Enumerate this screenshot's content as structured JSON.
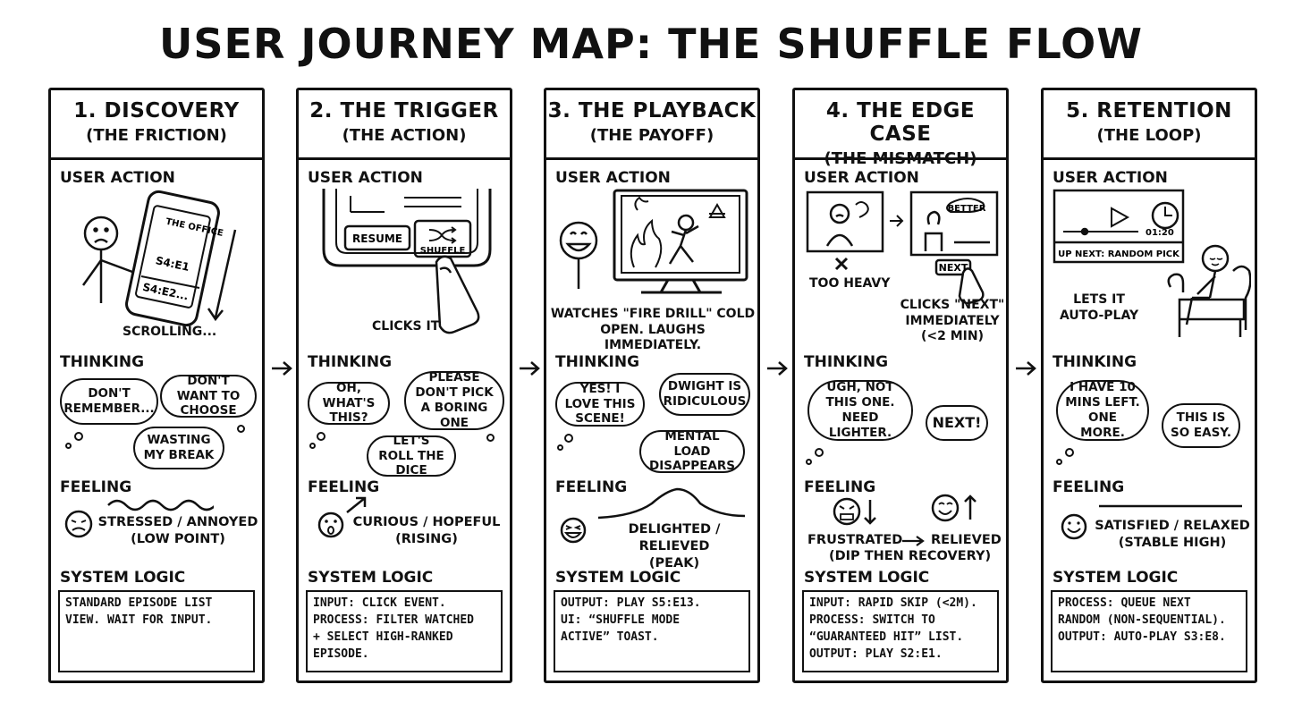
{
  "title": "USER JOURNEY MAP: THE SHUFFLE FLOW",
  "labels": {
    "user_action": "USER ACTION",
    "thinking": "THINKING",
    "feeling": "FEELING",
    "system_logic": "SYSTEM LOGIC"
  },
  "stages": [
    {
      "heading": "1. DISCOVERY",
      "subheading": "(THE FRICTION)",
      "action_captions": [
        "SCROLLING..."
      ],
      "screen_texts": [
        "THE OFFICE",
        "S4:E1",
        "S4:E2..."
      ],
      "thoughts": [
        "DON'T REMEMBER...",
        "DON'T WANT TO CHOOSE",
        "WASTING MY BREAK"
      ],
      "feeling": "STRESSED / ANNOYED\n(LOW POINT)",
      "logic": "STANDARD EPISODE LIST\nVIEW. WAIT FOR INPUT."
    },
    {
      "heading": "2. THE TRIGGER",
      "subheading": "(THE ACTION)",
      "action_captions": [
        "CLICKS IT"
      ],
      "buttons": [
        "RESUME",
        "SHUFFLE"
      ],
      "thoughts": [
        "OH, WHAT'S THIS?",
        "PLEASE DON'T PICK A BORING ONE",
        "LET'S ROLL THE DICE"
      ],
      "feeling": "CURIOUS / HOPEFUL\n(RISING)",
      "logic": "INPUT: CLICK EVENT.\nPROCESS: FILTER WATCHED\n+ SELECT HIGH-RANKED\nEPISODE."
    },
    {
      "heading": "3. THE PLAYBACK",
      "subheading": "(THE PAYOFF)",
      "action_captions": [
        "WATCHES \"FIRE DRILL\" COLD\nOPEN. LAUGHS IMMEDIATELY."
      ],
      "thoughts": [
        "YES! I LOVE THIS SCENE!",
        "DWIGHT IS RIDICULOUS",
        "MENTAL LOAD DISAPPEARS"
      ],
      "feeling": "DELIGHTED / RELIEVED\n(PEAK)",
      "logic": "OUTPUT: PLAY S5:E13.\nUI: “SHUFFLE MODE\nACTIVE” TOAST."
    },
    {
      "heading": "4. THE EDGE CASE",
      "subheading": "(THE MISMATCH)",
      "action_captions": [
        "TOO HEAVY",
        "CLICKS \"NEXT\"\nIMMEDIATELY\n(<2 MIN)"
      ],
      "screen_texts": [
        "BETTER",
        "NEXT"
      ],
      "thoughts": [
        "UGH, NOT THIS ONE. NEED LIGHTER.",
        "NEXT!"
      ],
      "feeling_from": "FRUSTRATED",
      "feeling_to": "RELIEVED",
      "feeling_note": "(DIP THEN RECOVERY)",
      "logic": "INPUT: RAPID SKIP (<2M).\nPROCESS: SWITCH TO\n“GUARANTEED HIT” LIST.\nOUTPUT: PLAY S2:E1."
    },
    {
      "heading": "5. RETENTION",
      "subheading": "(THE LOOP)",
      "action_captions": [
        "LETS IT\nAUTO-PLAY"
      ],
      "screen_texts": [
        "01:20",
        "UP NEXT: RANDOM PICK"
      ],
      "thoughts": [
        "I HAVE 10 MINS LEFT. ONE MORE.",
        "THIS IS SO EASY."
      ],
      "feeling": "SATISFIED / RELAXED\n(STABLE HIGH)",
      "logic": "PROCESS: QUEUE NEXT\nRANDOM (NON-SEQUENTIAL).\nOUTPUT: AUTO-PLAY S3:E8."
    }
  ],
  "colors": {
    "ink": "#111111",
    "paper": "#ffffff"
  },
  "icons": [
    "sad-face-icon",
    "phone-icon",
    "pointing-finger-icon",
    "shuffle-icon",
    "tv-icon",
    "fire-icon",
    "happy-face-icon",
    "play-icon",
    "clock-icon",
    "armchair-icon",
    "arrow-right-icon"
  ]
}
